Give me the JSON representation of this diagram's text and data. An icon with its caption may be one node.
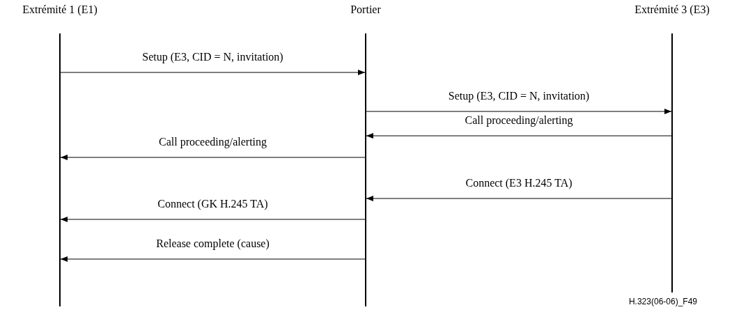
{
  "diagram": {
    "nodes": [
      {
        "text": [
          "Extrémité 1 (E1)"
        ]
      },
      {
        "text": [
          "Portier"
        ]
      },
      {
        "text": [
          "Extrémité 3 (E3)"
        ]
      }
    ],
    "edges": [
      {
        "from": 0,
        "to": 1,
        "arrow": "to",
        "label": "Setup (E3, CID = N, invitation)"
      },
      {
        "from": 1,
        "to": 2,
        "arrow": "to",
        "label": "Setup (E3, CID = N, invitation)"
      },
      {
        "from": 2,
        "to": 1,
        "arrow": "to",
        "label": "Call proceeding/alerting"
      },
      {
        "from": 1,
        "to": 0,
        "arrow": "to",
        "label": "Call proceeding/alerting"
      },
      {
        "from": 2,
        "to": 1,
        "arrow": "to",
        "label": "Connect (E3 H.245 TA)"
      },
      {
        "from": 1,
        "to": 0,
        "arrow": "to",
        "label": "Connect (GK H.245 TA)"
      },
      {
        "from": 1,
        "to": 0,
        "arrow": "to",
        "label": "Release complete (cause)"
      }
    ],
    "labels": [
      "H.323(06-06)_F49"
    ]
  }
}
